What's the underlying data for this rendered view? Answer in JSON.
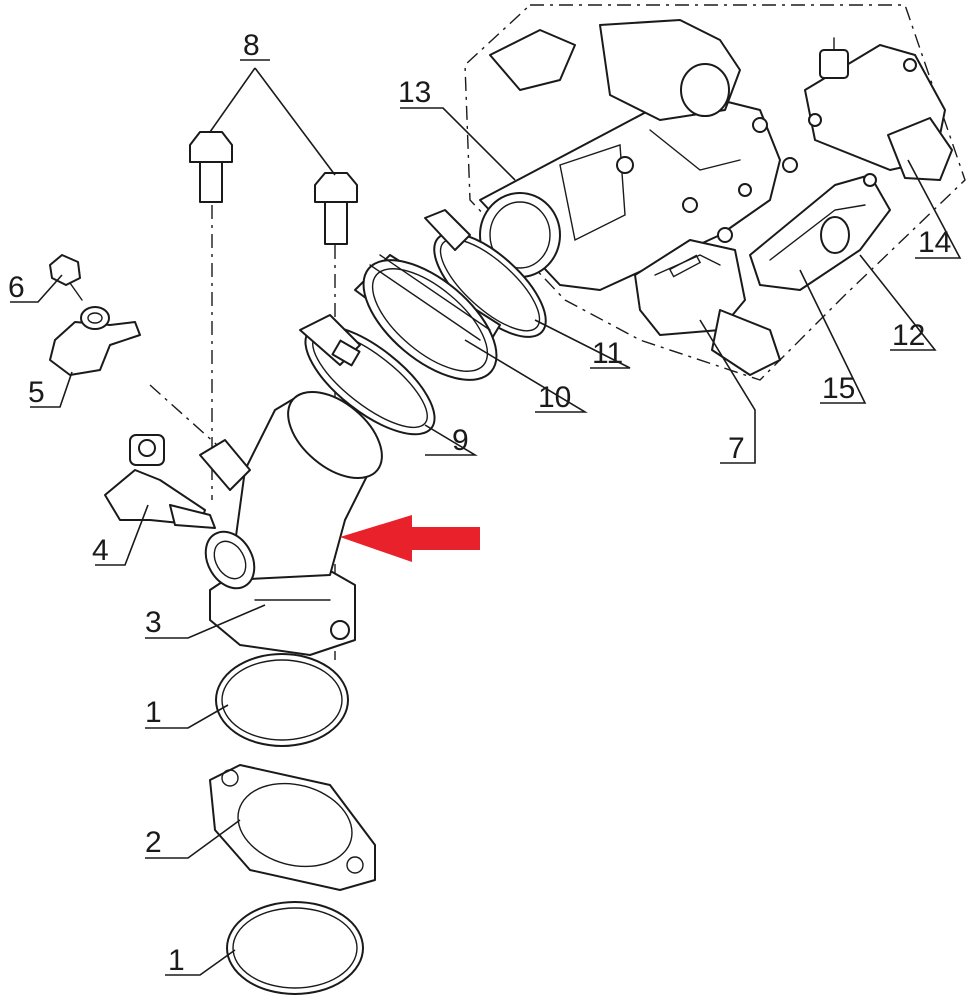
{
  "diagram": {
    "callouts": [
      "1",
      "2",
      "3",
      "4",
      "5",
      "6",
      "7",
      "8",
      "9",
      "10",
      "11",
      "12",
      "13",
      "14",
      "15",
      "1"
    ],
    "arrow_color": "#e8212a",
    "line_color": "#1a1a1a"
  }
}
